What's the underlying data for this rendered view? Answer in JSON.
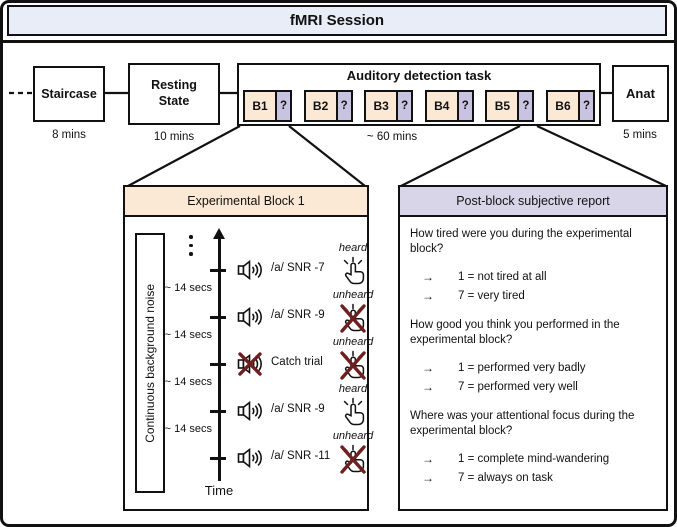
{
  "header": {
    "title": "fMRI Session"
  },
  "timeline": {
    "staircase": {
      "label": "Staircase",
      "duration": "8 mins"
    },
    "resting": {
      "label": "Resting State",
      "duration": "10 mins"
    },
    "adt": {
      "title": "Auditory detection task",
      "duration": "~ 60 mins",
      "blocks": [
        {
          "label": "B1",
          "q": "?"
        },
        {
          "label": "B2",
          "q": "?"
        },
        {
          "label": "B3",
          "q": "?"
        },
        {
          "label": "B4",
          "q": "?"
        },
        {
          "label": "B5",
          "q": "?"
        },
        {
          "label": "B6",
          "q": "?"
        }
      ]
    },
    "anat": {
      "label": "Anat",
      "duration": "5 mins"
    }
  },
  "left_panel": {
    "title": "Experimental Block 1",
    "noise_label": "Continuous background noise",
    "interval_label": "~ 14 secs",
    "time_label": "Time",
    "trials": [
      {
        "label": "/a/ SNR -7",
        "response": "heard"
      },
      {
        "label": "/a/ SNR -9",
        "response": "unheard"
      },
      {
        "label": "Catch trial",
        "response": "unheard"
      },
      {
        "label": "/a/ SNR -9",
        "response": "heard"
      },
      {
        "label": "/a/ SNR -11",
        "response": "unheard"
      }
    ]
  },
  "right_panel": {
    "title": "Post-block subjective report",
    "arrow_glyph": "→",
    "questions": [
      {
        "text": "How tired were you during the experimental block?",
        "options": [
          "1 = not tired at all",
          "7 = very tired"
        ]
      },
      {
        "text": "How good you think you performed in the experimental block?",
        "options": [
          "1 = performed very badly",
          "7 = performed very well"
        ]
      },
      {
        "text": "Where was your attentional focus during the experimental block?",
        "options": [
          "1 = complete mind-wandering",
          "7 = always on task"
        ]
      }
    ]
  },
  "colors": {
    "session_header_bg": "#e9edf8",
    "block_bg": "#fbe9d6",
    "question_block_bg": "#c7c3e0",
    "report_header_bg": "#d9d5e9",
    "cross_red": "#6e2020",
    "border": "#111111"
  }
}
